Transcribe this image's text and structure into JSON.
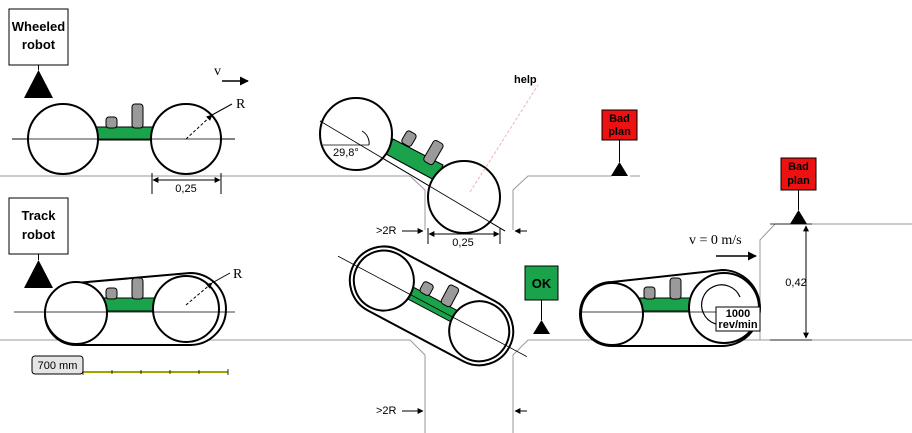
{
  "labels": {
    "wheeled_line1": "Wheeled",
    "wheeled_line2": "robot",
    "track_line1": "Track",
    "track_line2": "robot",
    "velocity": "v",
    "velocity_zero": "v = 0 m/s",
    "radius_wheel": "R",
    "radius_track": "R",
    "angle": "29,8°",
    "dist_wheel": "0,25",
    "dist_tilted": "0,25",
    "gap_top": ">2R",
    "gap_bottom": ">2R",
    "step_height": "0,42",
    "help": "help",
    "bad_plan_1_line1": "Bad",
    "bad_plan_1_line2": "plan",
    "bad_plan_2_line1": "Bad",
    "bad_plan_2_line2": "plan",
    "ok": "OK",
    "rpm_line1": "1000",
    "rpm_line2": "rev/min",
    "scale": "700 mm"
  },
  "colors": {
    "chassis": "#1aa34a",
    "bad_box": "#ee1111",
    "ok_box": "#1aa34a",
    "motor": "#9a9a9a",
    "scale_bar": "#d8d800"
  }
}
